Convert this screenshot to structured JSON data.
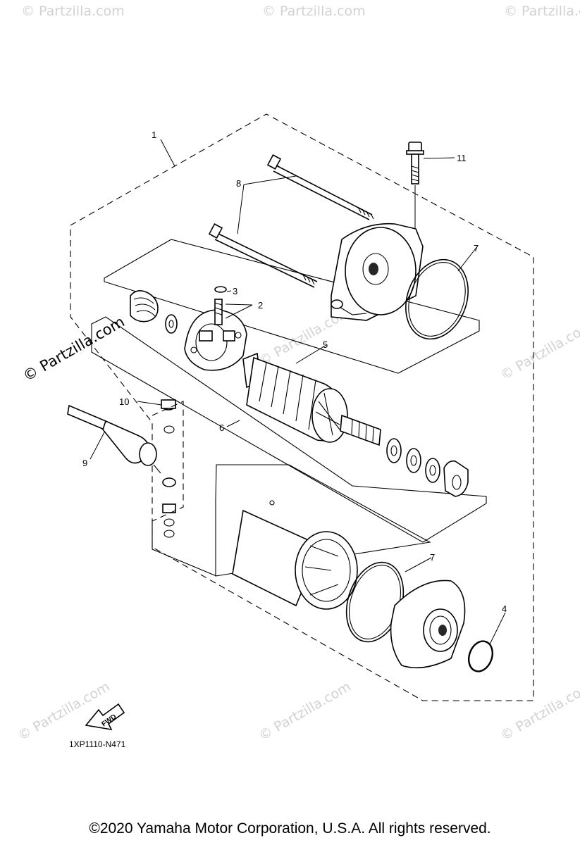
{
  "watermarks": {
    "text": "© Partzilla.com",
    "prominent": "© Partzilla.com"
  },
  "callouts": {
    "c1": "1",
    "c2": "2",
    "c3": "3",
    "c4": "4",
    "c5": "5",
    "c6": "6",
    "c7_upper": "7",
    "c7_lower": "7",
    "c8": "8",
    "c9": "9",
    "c10": "10",
    "c11": "11"
  },
  "fwd_label": "FWD",
  "diagram_code": "1XP1110-N471",
  "copyright": "©2020 Yamaha Motor Corporation, U.S.A. All rights reserved."
}
